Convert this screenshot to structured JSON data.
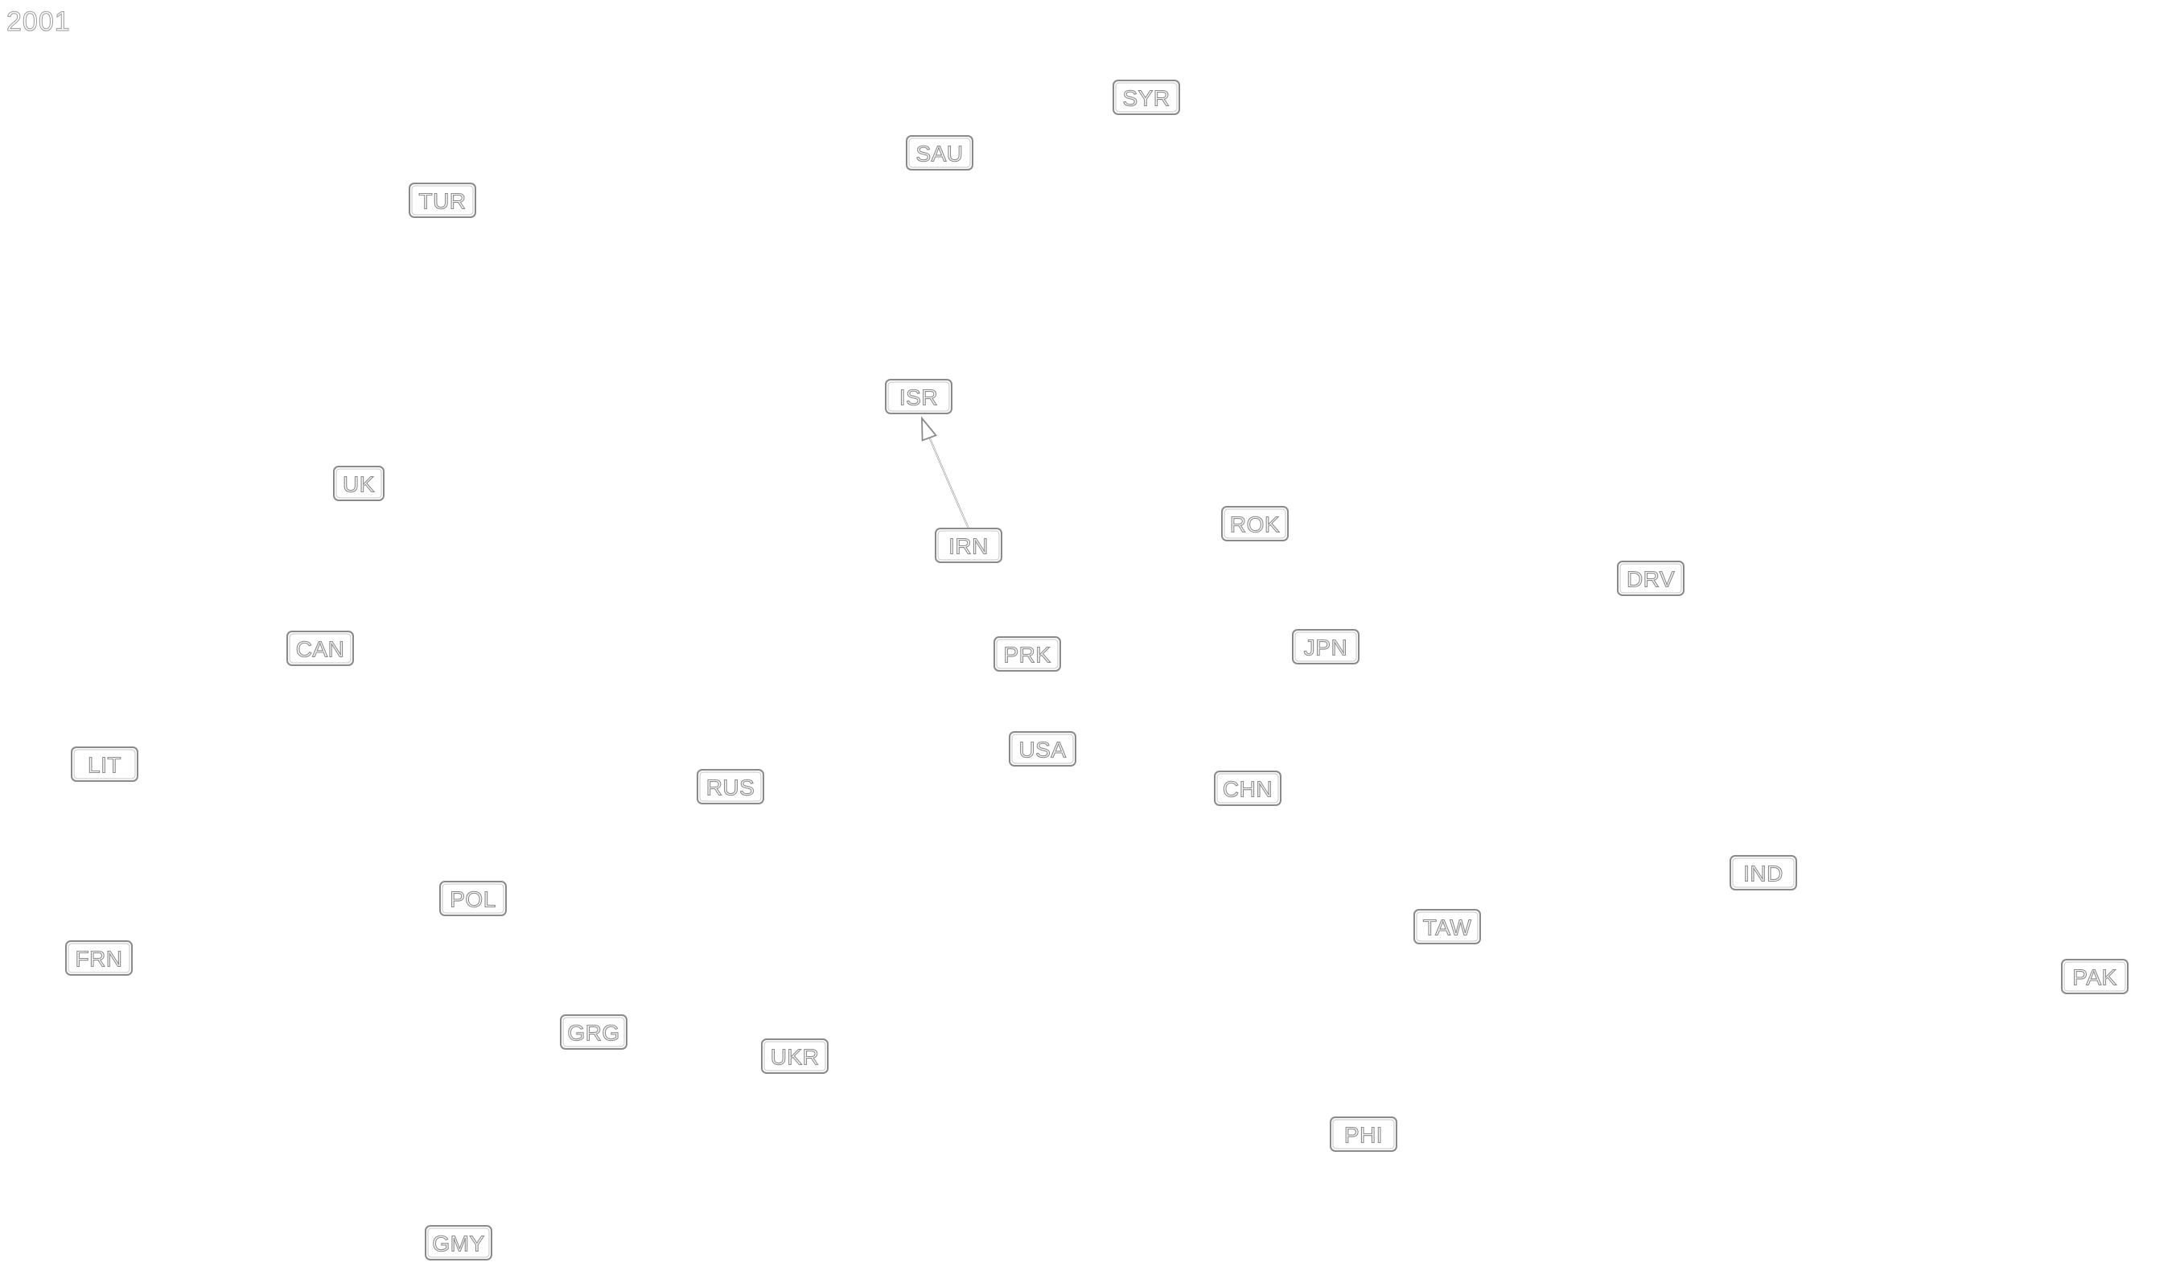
{
  "year": "2001",
  "nodes": [
    {
      "id": "SYR"
    },
    {
      "id": "SAU"
    },
    {
      "id": "TUR"
    },
    {
      "id": "ISR"
    },
    {
      "id": "UK"
    },
    {
      "id": "IRN"
    },
    {
      "id": "ROK"
    },
    {
      "id": "DRV"
    },
    {
      "id": "CAN"
    },
    {
      "id": "PRK"
    },
    {
      "id": "JPN"
    },
    {
      "id": "USA"
    },
    {
      "id": "LIT"
    },
    {
      "id": "RUS"
    },
    {
      "id": "CHN"
    },
    {
      "id": "IND"
    },
    {
      "id": "POL"
    },
    {
      "id": "TAW"
    },
    {
      "id": "FRN"
    },
    {
      "id": "PAK"
    },
    {
      "id": "GRG"
    },
    {
      "id": "UKR"
    },
    {
      "id": "PHI"
    },
    {
      "id": "GMY"
    }
  ],
  "edges": [
    {
      "source": "IRN",
      "target": "ISR",
      "directed": true
    }
  ]
}
